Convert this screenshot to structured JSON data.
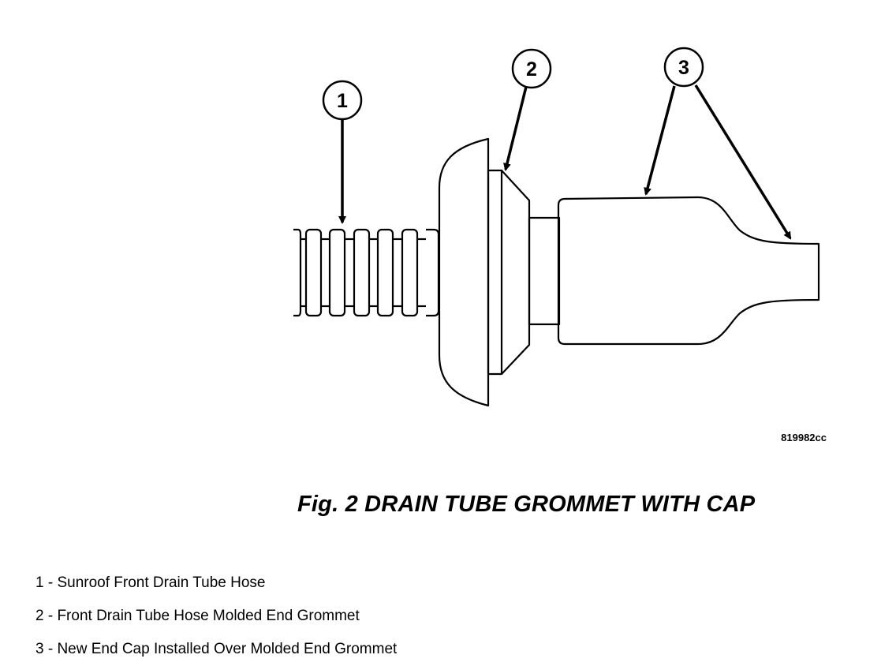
{
  "callouts": [
    {
      "number": "1"
    },
    {
      "number": "2"
    },
    {
      "number": "3"
    }
  ],
  "image_code": "819982cc",
  "caption": "Fig. 2 DRAIN TUBE GROMMET WITH CAP",
  "legend": [
    "1 - Sunroof Front Drain Tube Hose",
    "2 - Front Drain Tube Hose Molded End Grommet",
    "3 - New End Cap Installed Over Molded End Grommet"
  ]
}
